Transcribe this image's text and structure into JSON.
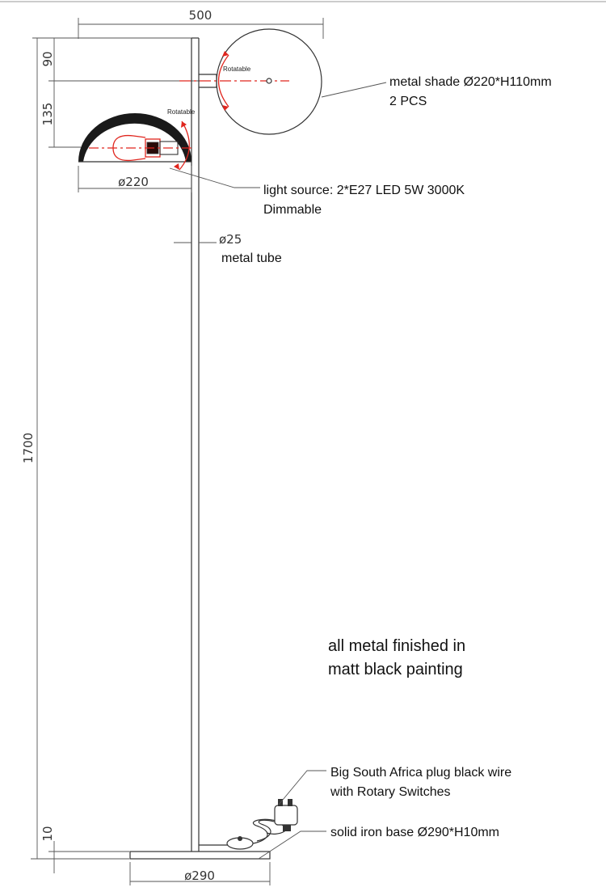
{
  "dimensions": {
    "width_total": "500",
    "offset_top": "90",
    "shade_offset": "135",
    "height_total": "1700",
    "base_thickness": "10",
    "shade_diameter": "ø220",
    "tube_diameter": "ø25",
    "base_diameter": "ø290"
  },
  "labels": {
    "rotatable_1": "Rotatable",
    "rotatable_2": "Rotatable",
    "shade_line1": "metal shade Ø220*H110mm",
    "shade_line2": "2 PCS",
    "light_line1": "light source: 2*E27 LED 5W 3000K",
    "light_line2": "Dimmable",
    "tube_label": "metal tube",
    "finish_line1": "all metal finished in",
    "finish_line2": "matt black painting",
    "plug_line1": "Big South Africa plug black wire",
    "plug_line2": "with Rotary Switches",
    "base_label": "solid iron base Ø290*H10mm"
  },
  "colors": {
    "line": "#333333",
    "accent_red": "#e0261e",
    "shade_fill": "#1a1a1a"
  }
}
